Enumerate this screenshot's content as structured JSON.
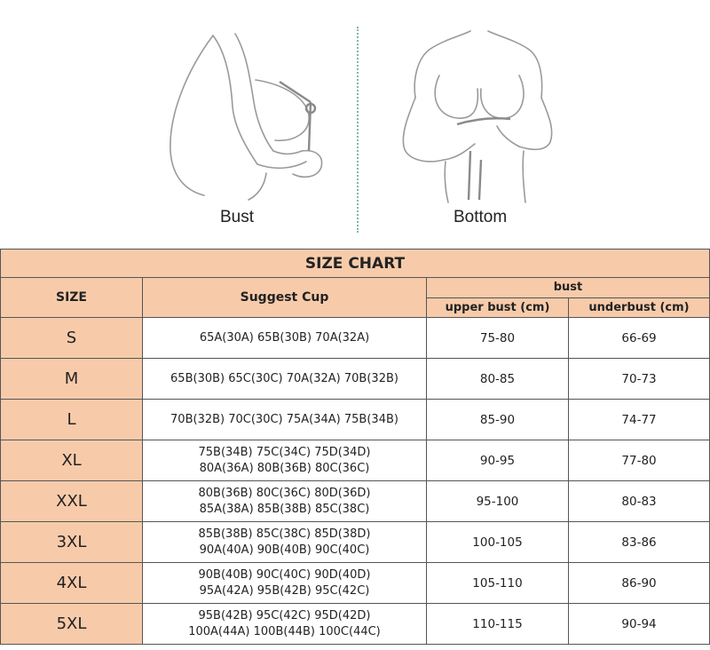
{
  "figures": {
    "left_label": "Bust",
    "right_label": "Bottom"
  },
  "table": {
    "title": "SIZE CHART",
    "headers": {
      "size": "SIZE",
      "suggest_cup": "Suggest Cup",
      "bust": "bust",
      "upper_bust": "upper bust (cm)",
      "underbust": "underbust (cm)"
    },
    "rows": [
      {
        "size": "S",
        "cup1": "65A(30A) 65B(30B) 70A(32A)",
        "cup2": "",
        "upper": "75-80",
        "under": "66-69"
      },
      {
        "size": "M",
        "cup1": "65B(30B) 65C(30C) 70A(32A) 70B(32B)",
        "cup2": "",
        "upper": "80-85",
        "under": "70-73"
      },
      {
        "size": "L",
        "cup1": "70B(32B) 70C(30C) 75A(34A) 75B(34B)",
        "cup2": "",
        "upper": "85-90",
        "under": "74-77"
      },
      {
        "size": "XL",
        "cup1": "75B(34B) 75C(34C) 75D(34D)",
        "cup2": "80A(36A) 80B(36B) 80C(36C)",
        "upper": "90-95",
        "under": "77-80"
      },
      {
        "size": "XXL",
        "cup1": "80B(36B) 80C(36C) 80D(36D)",
        "cup2": "85A(38A) 85B(38B) 85C(38C)",
        "upper": "95-100",
        "under": "80-83"
      },
      {
        "size": "3XL",
        "cup1": "85B(38B) 85C(38C) 85D(38D)",
        "cup2": "90A(40A) 90B(40B) 90C(40C)",
        "upper": "100-105",
        "under": "83-86"
      },
      {
        "size": "4XL",
        "cup1": "90B(40B) 90C(40C) 90D(40D)",
        "cup2": "95A(42A) 95B(42B) 95C(42C)",
        "upper": "105-110",
        "under": "86-90"
      },
      {
        "size": "5XL",
        "cup1": "95B(42B) 95C(42C)  95D(42D)",
        "cup2": "100A(44A) 100B(44B) 100C(44C)",
        "upper": "110-115",
        "under": "90-94"
      }
    ]
  },
  "colors": {
    "header_fill": "#f7cbaa",
    "border": "#555555",
    "illustration_line": "#9a9a9a",
    "tape": "#8a8a8a",
    "divider": "#7fb8b0"
  }
}
